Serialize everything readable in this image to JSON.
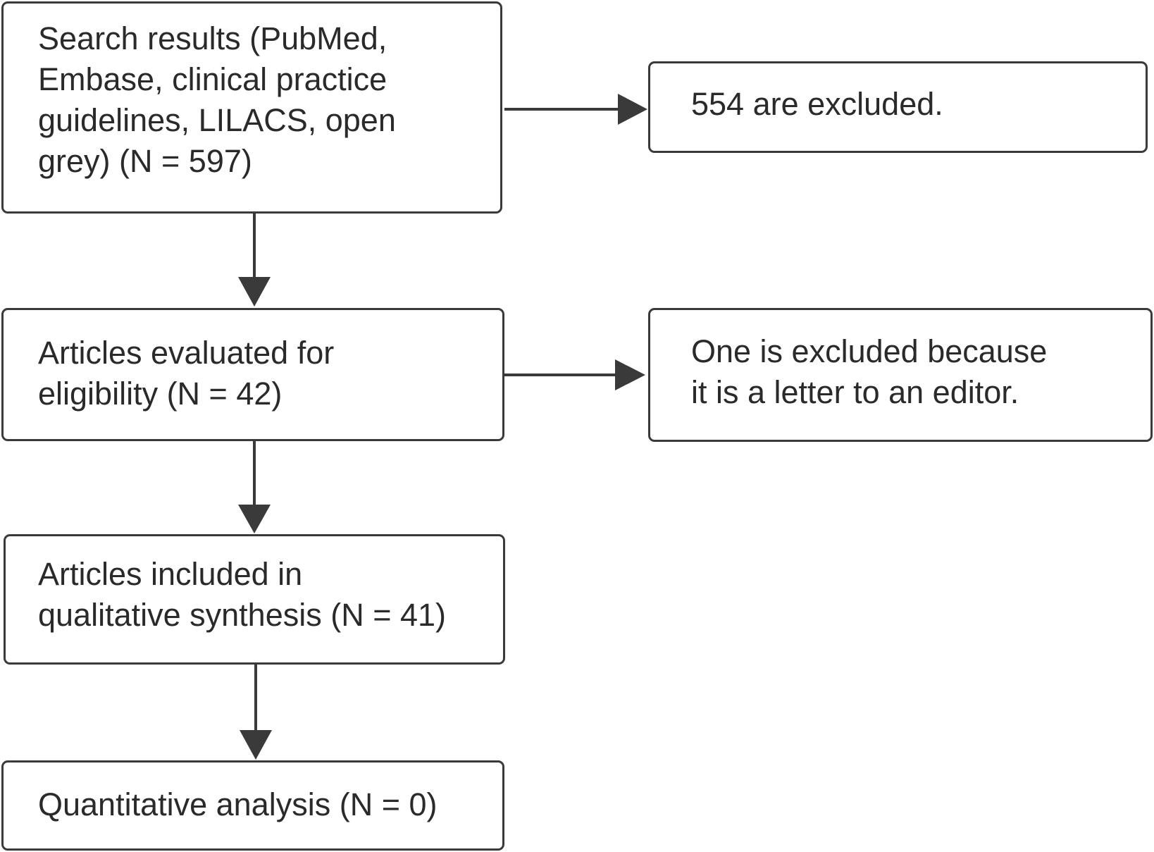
{
  "flow": {
    "search": "Search results (PubMed,\nEmbase, clinical practice\nguidelines, LILACS, open\ngrey) (N = 597)",
    "excluded_first": "554 are excluded.",
    "eligibility": "Articles evaluated for\neligibility (N = 42)",
    "excluded_second": "One is excluded because\nit is a letter to an editor.",
    "qualitative": "Articles included in\nqualitative synthesis (N = 41)",
    "quantitative": "Quantitative analysis (N = 0)"
  }
}
